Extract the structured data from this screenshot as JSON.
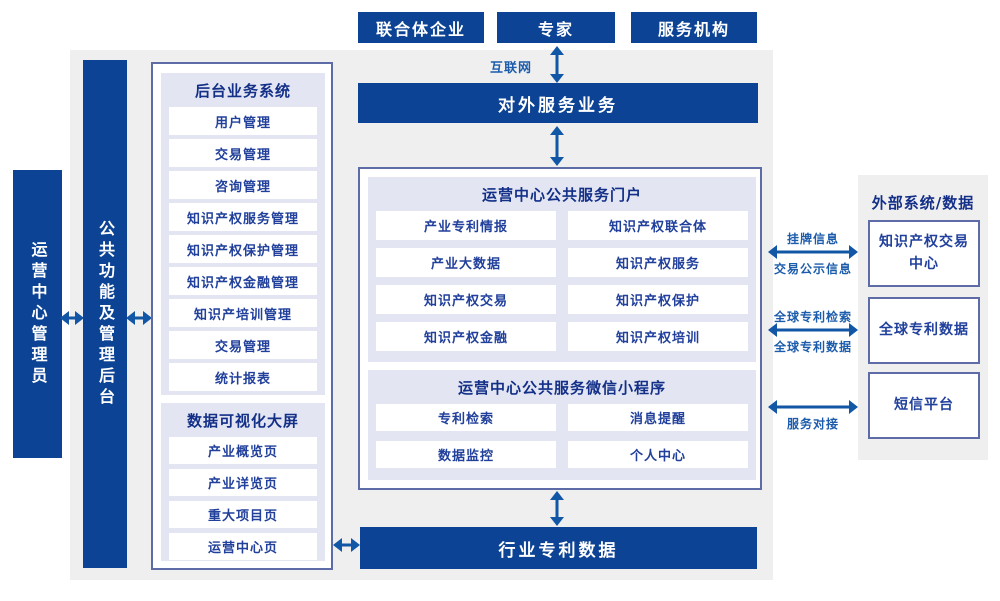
{
  "colors": {
    "dark_blue": "#0c4394",
    "arrow_blue": "#1256a6",
    "lavender_panel": "#e3e6f2",
    "border_slate": "#5d6ba6",
    "item_text": "#21409c",
    "label_blue": "#1c5cac",
    "background_gray": "#efefef"
  },
  "top_actors": [
    {
      "label": "联合体企业"
    },
    {
      "label": "专家"
    },
    {
      "label": "服务机构"
    }
  ],
  "internet_label": "互联网",
  "external_service_bar": "对外服务业务",
  "left_bars": {
    "admin": "运营中心管理员",
    "public_backend": "公共功能及管理后台"
  },
  "backend_system": {
    "title": "后台业务系统",
    "items": [
      "用户管理",
      "交易管理",
      "咨询管理",
      "知识产权服务管理",
      "知识产权保护管理",
      "知识产权金融管理",
      "知识产培训管理",
      "交易管理",
      "统计报表"
    ]
  },
  "visualization": {
    "title": "数据可视化大屏",
    "items": [
      "产业概览页",
      "产业详览页",
      "重大项目页",
      "运营中心页"
    ]
  },
  "portal": {
    "title": "运营中心公共服务门户",
    "items": [
      "产业专利情报",
      "知识产权联合体",
      "产业大数据",
      "知识产权服务",
      "知识产权交易",
      "知识产权保护",
      "知识产权金融",
      "知识产权培训"
    ]
  },
  "miniprogram": {
    "title": "运营中心公共服务微信小程序",
    "items": [
      "专利检索",
      "消息提醒",
      "数据监控",
      "个人中心"
    ]
  },
  "industry_bar": "行业专利数据",
  "external_systems": {
    "title": "外部系统/数据",
    "boxes": [
      "知识产权交易中心",
      "全球专利数据",
      "短信平台"
    ]
  },
  "link_labels": {
    "listing_top": "挂牌信息",
    "listing_bottom": "交易公示信息",
    "patent_top": "全球专利检索",
    "patent_bottom": "全球专利数据",
    "service": "服务对接"
  }
}
